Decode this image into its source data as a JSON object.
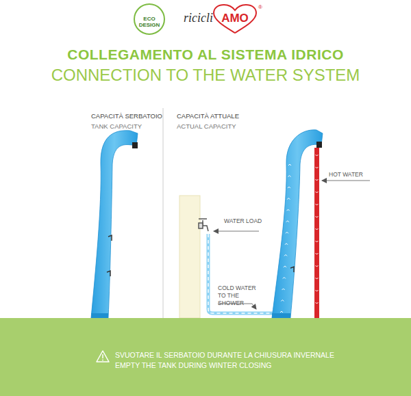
{
  "diagram": {
    "title": "COLLEGAMENTO AL SISTEMA IDRICO",
    "nodes": [
      {
        "text": [
          "ECO DESIGN"
        ]
      },
      {
        "text": [
          "AMO"
        ]
      },
      {
        "text": [
          "SVUOTARE IL SERBATOIO DURANTE LA CHIUSURA INVERNALE",
          "EMPTY THE TANK DURING WINTER CLOSING"
        ]
      }
    ],
    "labels": [
      "ricicli",
      "®",
      "CONNECTION TO THE WATER SYSTEM",
      "CAPACITÀ SERBATOIO",
      "TANK CAPACITY",
      "CAPACITÀ ATTUALE",
      "ACTUAL CAPACITY",
      "WATER LOAD",
      "COLD WATER TO THE SHOWER",
      "HOT WATER"
    ]
  }
}
